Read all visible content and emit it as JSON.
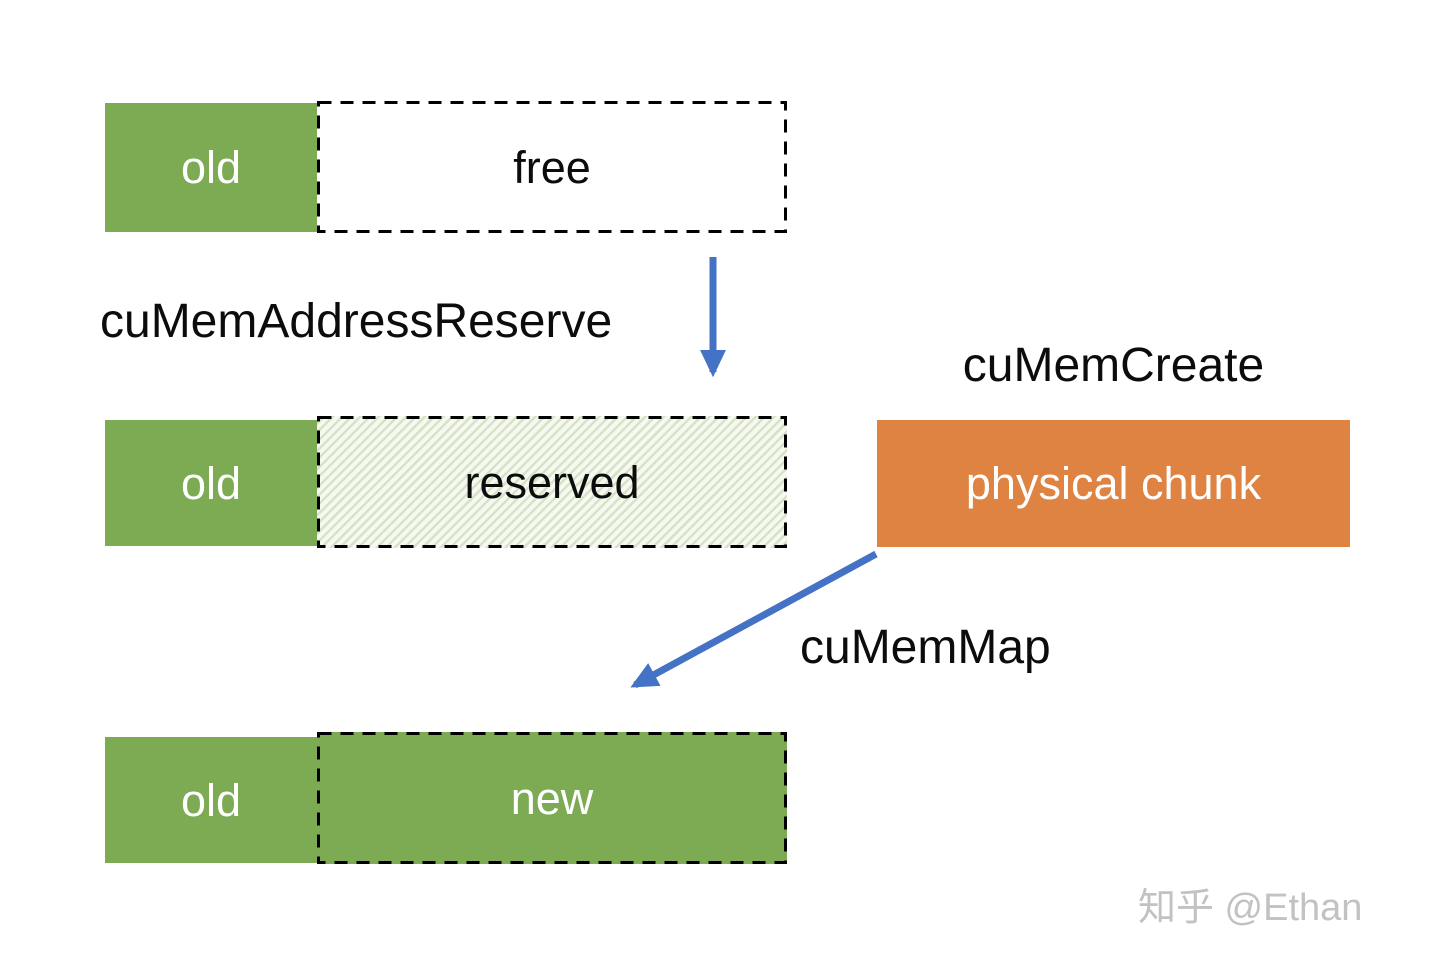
{
  "diagram": {
    "row1": {
      "old": "old",
      "free": "free"
    },
    "arrow1_label": "cuMemAddressReserve",
    "row2": {
      "old": "old",
      "reserved": "reserved"
    },
    "create_label": "cuMemCreate",
    "physical_chunk": "physical chunk",
    "arrow2_label": "cuMemMap",
    "row3": {
      "old": "old",
      "new": "new"
    }
  },
  "watermark": "知乎 @Ethan",
  "colors": {
    "green": "#7CAB53",
    "orange": "#DF8343",
    "arrow_blue": "#4472C4",
    "hatch_stripe": "#D7E3C8",
    "hatch_background": "#F6F9F0",
    "dash_border": "#000000",
    "watermark_gray": "#C2C2C2"
  }
}
